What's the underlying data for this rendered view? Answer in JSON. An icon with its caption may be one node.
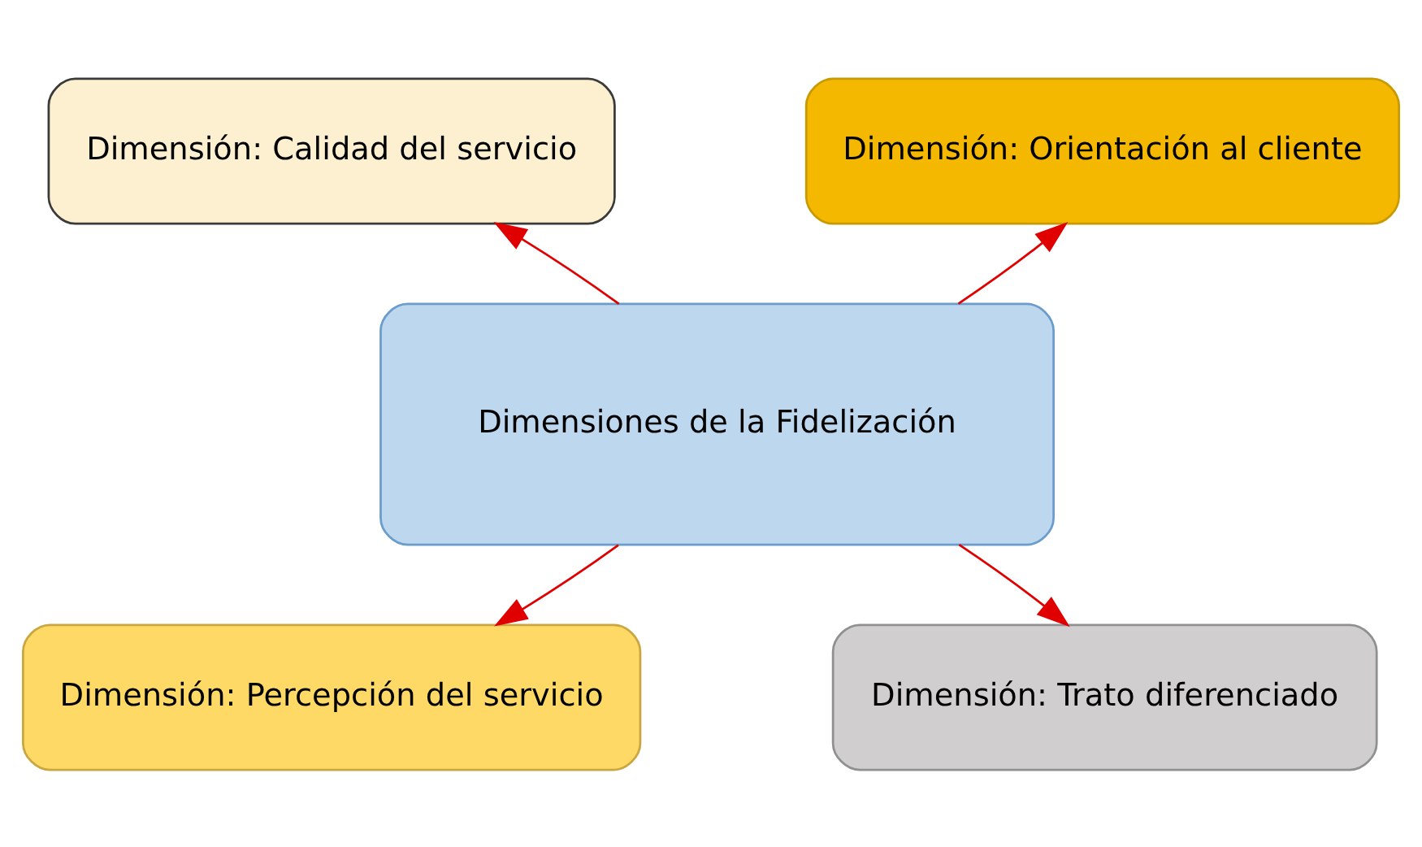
{
  "diagram": {
    "nodes": [
      {
        "text": [
          "Dimensión: Calidad del servicio"
        ]
      },
      {
        "text": [
          "Dimensión: Orientación al cliente"
        ]
      },
      {
        "text": [
          "Dimensiones de la Fidelización"
        ]
      },
      {
        "text": [
          "Dimensión: Percepción del servicio"
        ]
      },
      {
        "text": [
          "Dimensión: Trato diferenciado"
        ]
      }
    ],
    "edges": [
      {
        "from": 2,
        "to": 0,
        "arrow": "to"
      },
      {
        "from": 2,
        "to": 1,
        "arrow": "to"
      },
      {
        "from": 2,
        "to": 3,
        "arrow": "to"
      },
      {
        "from": 2,
        "to": 4,
        "arrow": "to"
      }
    ]
  }
}
